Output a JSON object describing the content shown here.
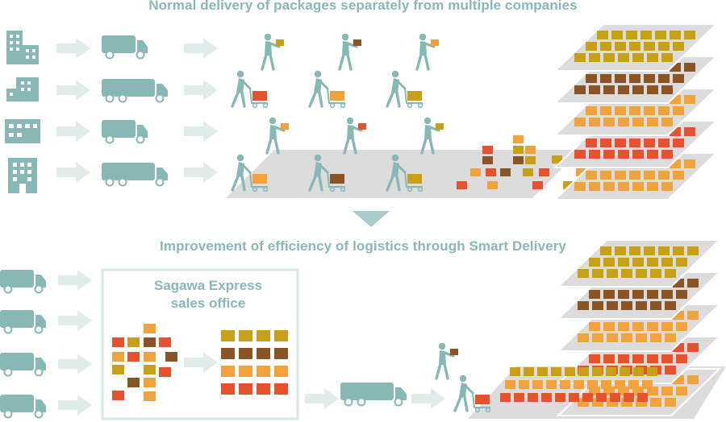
{
  "titles": {
    "top": "Normal delivery of packages separately from multiple companies",
    "bottom": "Improvement of efficiency of logistics through Smart Delivery"
  },
  "office": {
    "line1": "Sagawa Express",
    "line2": "sales office"
  },
  "colors": {
    "accent": "#88b8b6",
    "arrow": "#e1ecea",
    "platform": "#dcdcdc",
    "box_red": "#e5532e",
    "box_orange": "#f0a23c",
    "box_gold": "#c8a018",
    "box_brown": "#8b5424"
  },
  "icons": [
    "building-icon",
    "truck-icon",
    "arrow-icon",
    "delivery-person-icon",
    "hand-cart-icon",
    "package-icon",
    "shelf-icon"
  ]
}
